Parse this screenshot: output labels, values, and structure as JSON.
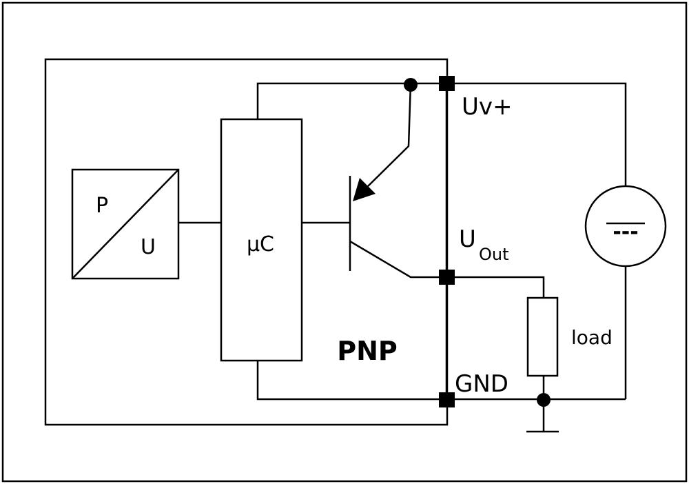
{
  "labels": {
    "sensor_top": "P",
    "sensor_bottom": "U",
    "controller": "μC",
    "supply_pin": "Uv+",
    "output_pin_main": "U",
    "output_pin_sub": "Out",
    "ground_pin": "GND",
    "type": "PNP",
    "load": "load",
    "dc_symbol": "---"
  },
  "colors": {
    "line": "#000000",
    "background": "#ffffff"
  }
}
